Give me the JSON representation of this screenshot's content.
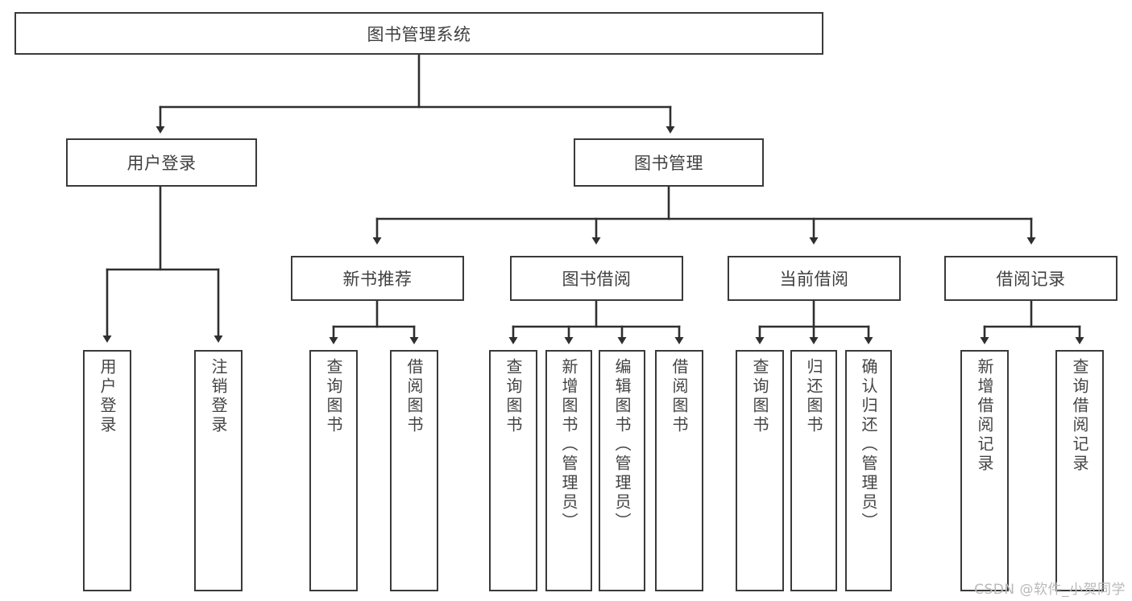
{
  "diagram": {
    "title": "图书管理系统",
    "type": "tree-hierarchy",
    "root": {
      "id": "root",
      "label": "图书管理系统"
    },
    "level2": [
      {
        "id": "user-login",
        "label": "用户登录"
      },
      {
        "id": "book-manage",
        "label": "图书管理"
      }
    ],
    "level3": [
      {
        "id": "new-book-recommend",
        "label": "新书推荐",
        "parent": "book-manage"
      },
      {
        "id": "book-borrow",
        "label": "图书借阅",
        "parent": "book-manage"
      },
      {
        "id": "current-borrow",
        "label": "当前借阅",
        "parent": "book-manage"
      },
      {
        "id": "borrow-record",
        "label": "借阅记录",
        "parent": "book-manage"
      }
    ],
    "leaves": [
      {
        "id": "leaf-user-login",
        "label": "用户登录",
        "parent": "user-login"
      },
      {
        "id": "leaf-logout",
        "label": "注销登录",
        "parent": "user-login"
      },
      {
        "id": "leaf-query-book-1",
        "label": "查询图书",
        "parent": "new-book-recommend"
      },
      {
        "id": "leaf-borrow-book-1",
        "label": "借阅图书",
        "parent": "new-book-recommend"
      },
      {
        "id": "leaf-query-book-2",
        "label": "查询图书",
        "parent": "book-borrow"
      },
      {
        "id": "leaf-add-book",
        "label": "新增图书（管理员）",
        "parent": "book-borrow"
      },
      {
        "id": "leaf-edit-book",
        "label": "编辑图书（管理员）",
        "parent": "book-borrow"
      },
      {
        "id": "leaf-borrow-book-2",
        "label": "借阅图书",
        "parent": "book-borrow"
      },
      {
        "id": "leaf-query-book-3",
        "label": "查询图书",
        "parent": "current-borrow"
      },
      {
        "id": "leaf-return-book",
        "label": "归还图书",
        "parent": "current-borrow"
      },
      {
        "id": "leaf-confirm-return",
        "label": "确认归还（管理员）",
        "parent": "current-borrow"
      },
      {
        "id": "leaf-add-record",
        "label": "新增借阅记录",
        "parent": "borrow-record"
      },
      {
        "id": "leaf-query-record",
        "label": "查询借阅记录",
        "parent": "borrow-record"
      }
    ],
    "colors": {
      "stroke": "#3a3a3a",
      "text": "#444444",
      "background": "#ffffff",
      "watermark": "#b9b9b9"
    }
  },
  "watermark": {
    "text": "CSDN @软件_小贺同学"
  }
}
